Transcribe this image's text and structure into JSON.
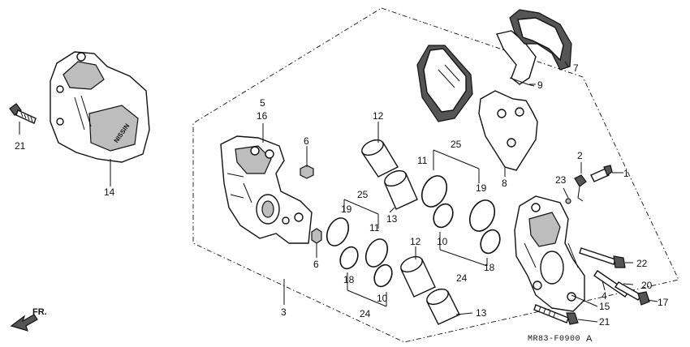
{
  "diagram_code": "MR83-F0900",
  "diagram_suffix": "A",
  "direction_label": "FR.",
  "callouts": {
    "c1": "1",
    "c2": "2",
    "c3": "3",
    "c4": "4",
    "c5": "5",
    "c16": "16",
    "c6a": "6",
    "c6b": "6",
    "c7": "7",
    "c8": "8",
    "c9": "9",
    "c10a": "10",
    "c10b": "10",
    "c11a": "11",
    "c11b": "11",
    "c12a": "12",
    "c12b": "12",
    "c13a": "13",
    "c13b": "13",
    "c14": "14",
    "c15": "15",
    "c17": "17",
    "c18a": "18",
    "c18b": "18",
    "c19a": "19",
    "c19b": "19",
    "c20": "20",
    "c21a": "21",
    "c21b": "21",
    "c22": "22",
    "c23": "23",
    "c24a": "24",
    "c24b": "24",
    "c25a": "25",
    "c25b": "25"
  },
  "icons": {
    "forward_arrow": "direction-arrow-icon"
  }
}
